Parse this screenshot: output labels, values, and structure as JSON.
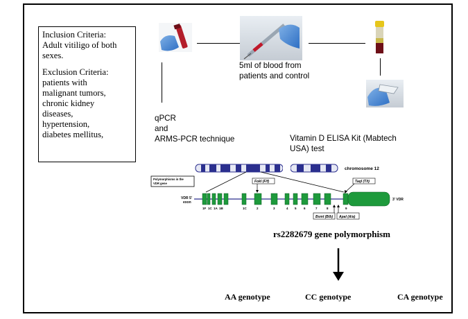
{
  "criteria": {
    "inclusion_title": "Inclusion Criteria:",
    "inclusion_text": "Adult vitiligo of both sexes.",
    "exclusion_title": "Exclusion Criteria:",
    "exclusion_items": [
      "patients with",
      "malignant tumors,",
      "chronic kidney",
      "diseases,",
      "hypertension,",
      "diabetes mellitus,"
    ]
  },
  "blood": {
    "line1": "5ml of blood from",
    "line2": "patients and control"
  },
  "qpcr": {
    "line1": "qPCR",
    "line2": "and",
    "line3": "ARMS-PCR technique"
  },
  "elisa": {
    "line1": "Vitamin D ELISA Kit (Mabtech",
    "line2": "USA) test"
  },
  "gene": {
    "chromosome_label": "chromosome 12",
    "polymorphisms_note": "Polymorphisms in the VDR gene",
    "left_label_line1": "VDR 5'",
    "left_label_line2": "exon",
    "right_label": "3' VDR",
    "exons": [
      "1F",
      "1C",
      "1A",
      "1B",
      "1C",
      "2",
      "3",
      "4",
      "5",
      "6",
      "7",
      "8",
      "9"
    ],
    "snp_fokl": "FokI (F/f)",
    "snp_taqi": "TaqI (T/t)",
    "snp_bsml": "BsmI (B/b)",
    "snp_apal": "ApaI (A/a)"
  },
  "polymorphism_title": "rs2282679 gene polymorphism",
  "genotypes": [
    "AA genotype",
    "CC genotype",
    "CA genotype"
  ],
  "colors": {
    "exon_green": "#1e9a3c",
    "chromosome_blue": "#2b2f8e",
    "bead_teal": "#2a8ea0"
  }
}
